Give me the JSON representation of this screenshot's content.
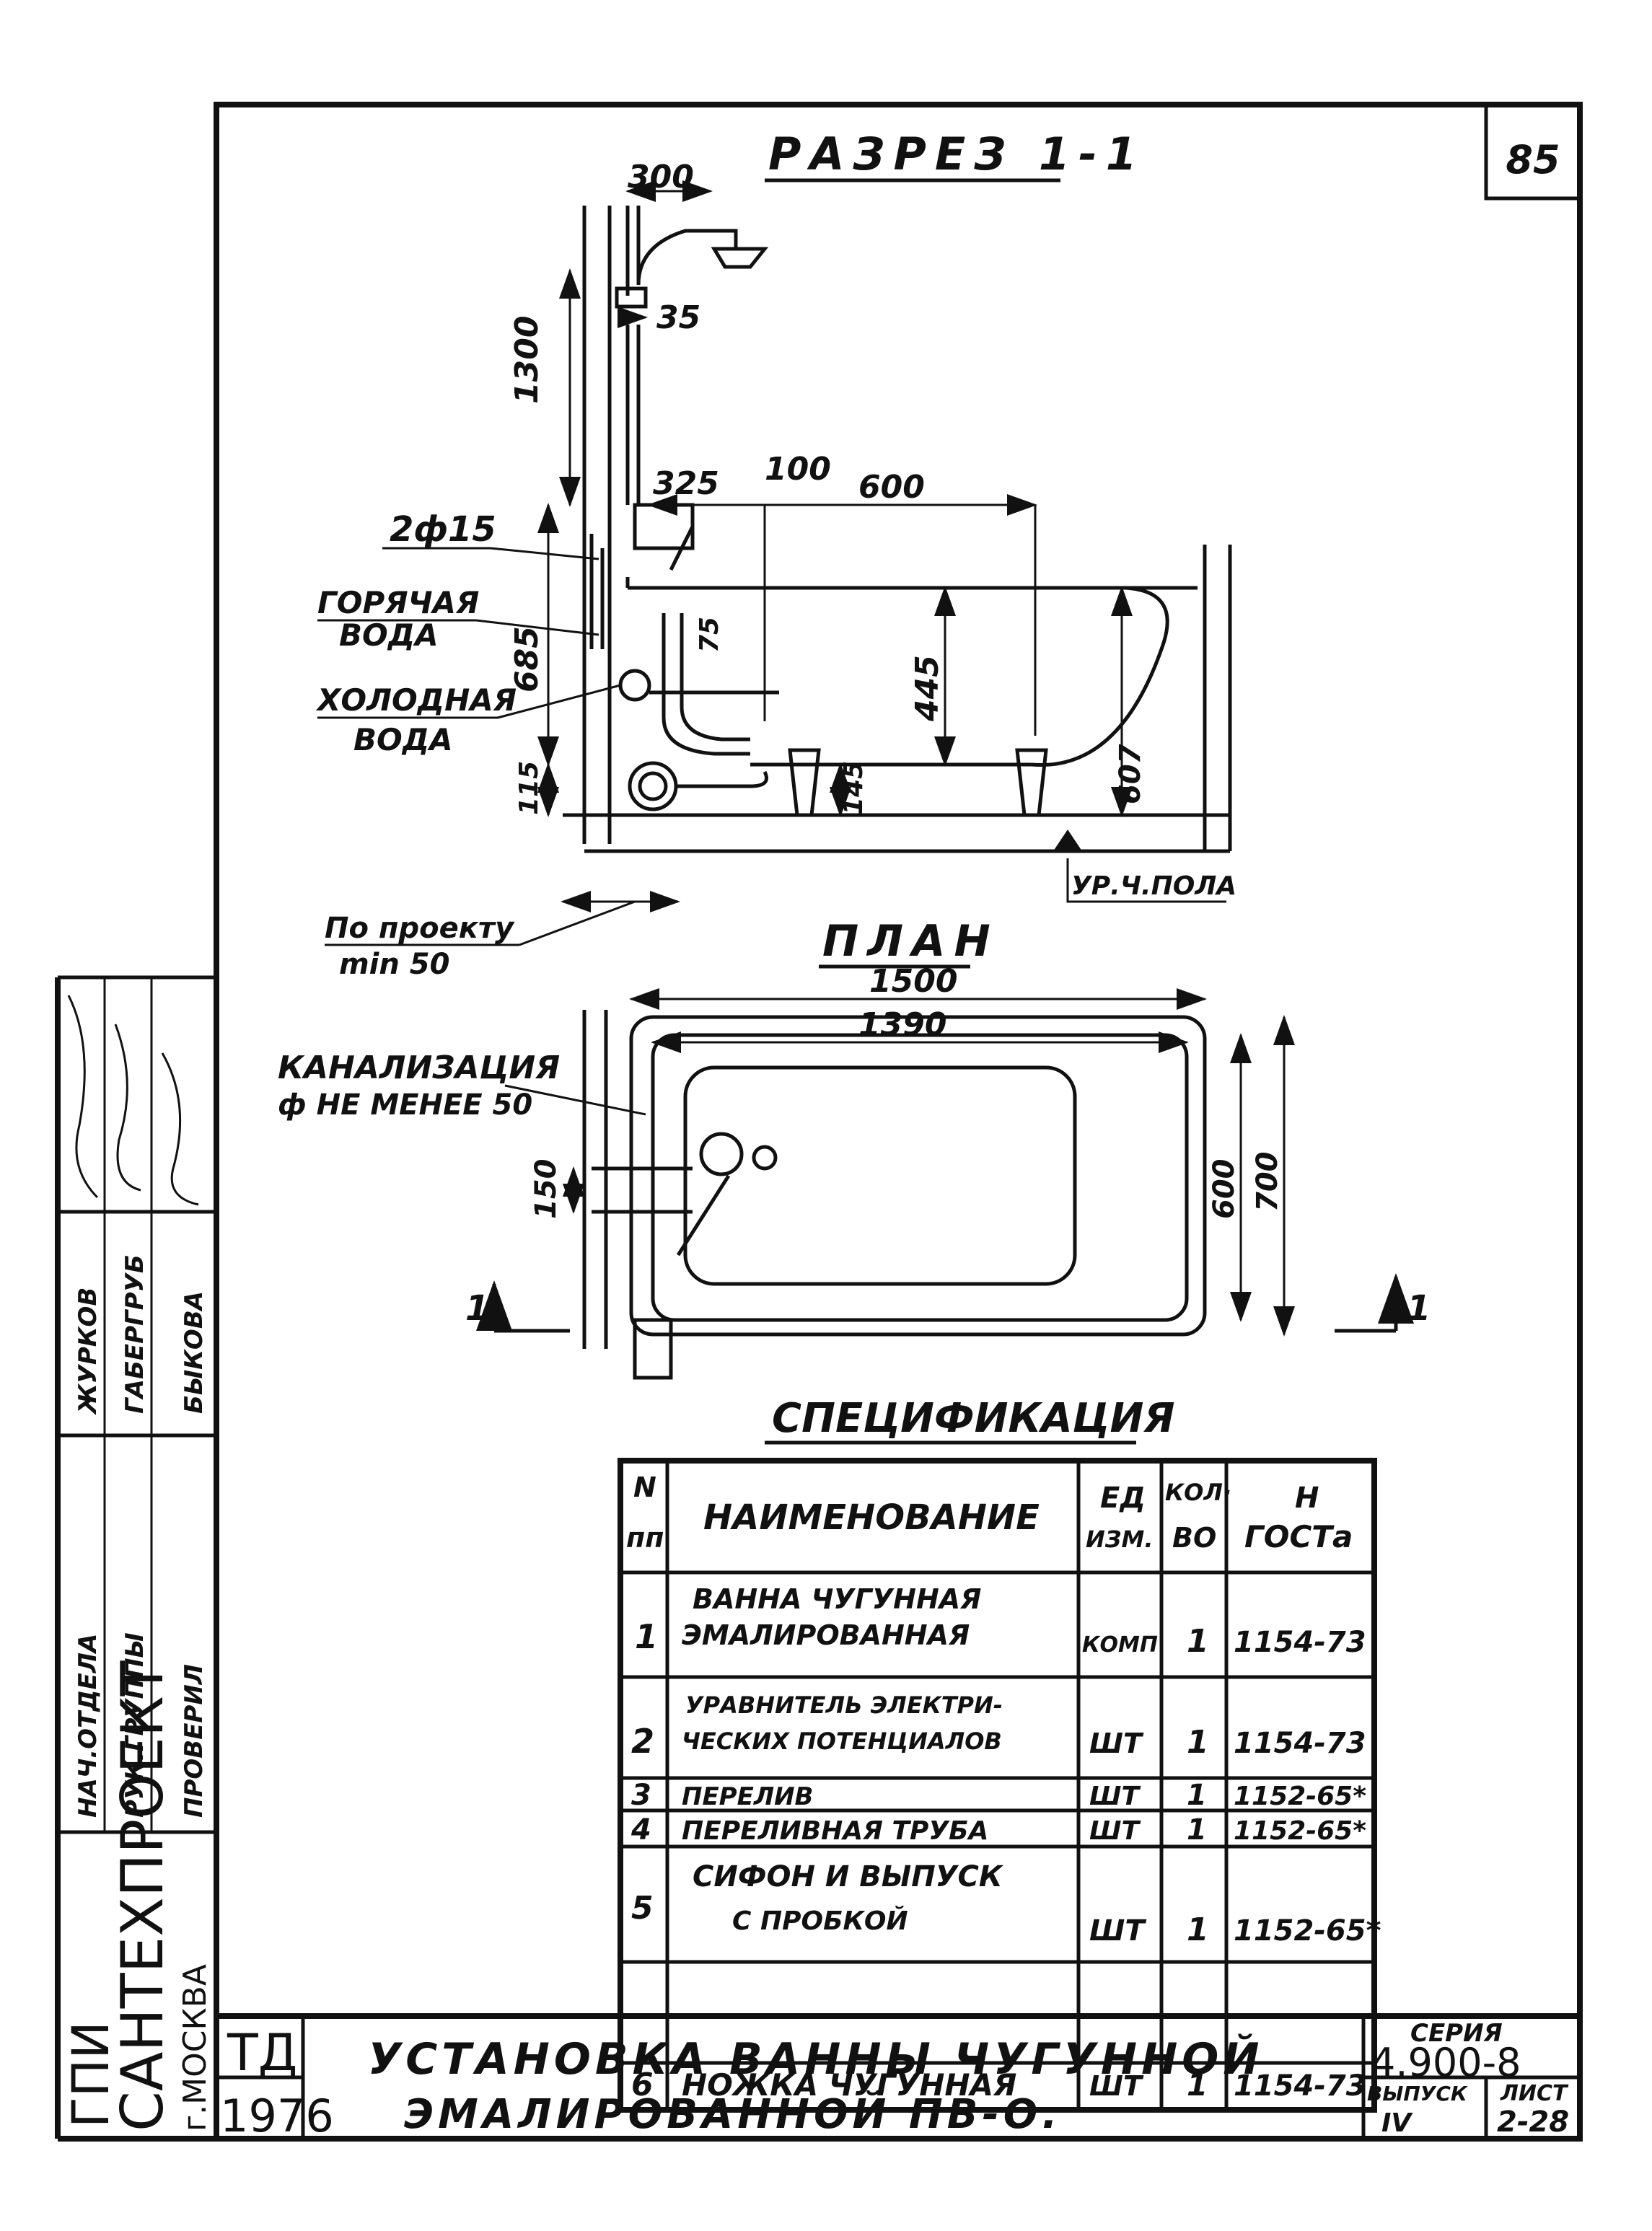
{
  "sheet": {
    "page_number": "85",
    "section_title": "РАЗРЕЗ 1-1",
    "plan_title": "ПЛАН",
    "spec_title": "СПЕЦИФИКАЦИЯ"
  },
  "section": {
    "dims": {
      "d300": "300",
      "d35": "35",
      "d1300": "1300",
      "d325": "325",
      "d100": "100",
      "d600": "600",
      "d685": "685",
      "d75": "75",
      "d445": "445",
      "d115": "115",
      "d145": "145",
      "d607": "607"
    },
    "labels": {
      "pipe": "2ф15",
      "hot_water_1": "ГОРЯЧАЯ",
      "hot_water_2": "ВОДА",
      "cold_water_1": "ХОЛОДНАЯ",
      "cold_water_2": "ВОДА",
      "floor_level": "УР.Ч.ПОЛА",
      "by_project_1": "По проекту",
      "by_project_2": "min 50"
    }
  },
  "plan": {
    "dims": {
      "d1500": "1500",
      "d1390": "1390",
      "d150": "150",
      "d600": "600",
      "d700": "700"
    },
    "labels": {
      "sewer_1": "КАНАЛИЗАЦИЯ",
      "sewer_2": "ф НЕ МЕНЕЕ 50",
      "cut_left": "1",
      "cut_right": "1"
    }
  },
  "spec_table": {
    "headers": {
      "num_1": "N",
      "num_2": "пп",
      "name": "НАИМЕНОВАНИЕ",
      "unit_1": "ЕД",
      "unit_2": "ИЗМ.",
      "qty_1": "КОЛ·",
      "qty_2": "ВО",
      "gost_1": "Н",
      "gost_2": "ГОСТа"
    },
    "rows": [
      {
        "n": "1",
        "name_1": "ВАННА ЧУГУННАЯ",
        "name_2": "ЭМАЛИРОВАННАЯ",
        "unit": "КОМП",
        "qty": "1",
        "gost": "1154-73"
      },
      {
        "n": "2",
        "name_1": "УРАВНИТЕЛЬ ЭЛЕКТРИ-",
        "name_2": "ЧЕСКИХ ПОТЕНЦИАЛОВ",
        "unit": "ШТ",
        "qty": "1",
        "gost": "1154-73"
      },
      {
        "n": "3",
        "name_1": "ПЕРЕЛИВ",
        "name_2": "",
        "unit": "ШТ",
        "qty": "1",
        "gost": "1152-65*"
      },
      {
        "n": "4",
        "name_1": "ПЕРЕЛИВНАЯ ТРУБА",
        "name_2": "",
        "unit": "ШТ",
        "qty": "1",
        "gost": "1152-65*"
      },
      {
        "n": "5",
        "name_1": "СИФОН И ВЫПУСК",
        "name_2": "С ПРОБКОЙ",
        "unit": "ШТ",
        "qty": "1",
        "gost": "1152-65*"
      },
      {
        "n": "6",
        "name_1": "НОЖКА ЧУГУННАЯ",
        "name_2": "",
        "unit": "ШТ",
        "qty": "1",
        "gost": "1154-73"
      }
    ]
  },
  "side_stamp": {
    "org_1": "ГПИ",
    "org_2": "САНТЕХПРОЕКТ",
    "org_3": "г.МОСКВА",
    "roles": [
      "НАЧ.ОТДЕЛА",
      "РУК.ГРУППЫ",
      "ПРОВЕРИЛ"
    ],
    "names": [
      "ЖУРКОВ",
      "ГАБЕРГРУБ",
      "БЫКОВА"
    ]
  },
  "title_block": {
    "td": "ТД",
    "year": "1976",
    "title_1": "УСТАНОВКА ВАННЫ ЧУГУННОЙ",
    "title_2": "ЭМАЛИРОВАННОЙ ПВ-О.",
    "series_label": "СЕРИЯ",
    "series_value": "4.900-8",
    "issue_label": "ВЫПУСК",
    "issue_value": "IV",
    "sheet_label": "ЛИСТ",
    "sheet_value": "2-28"
  }
}
